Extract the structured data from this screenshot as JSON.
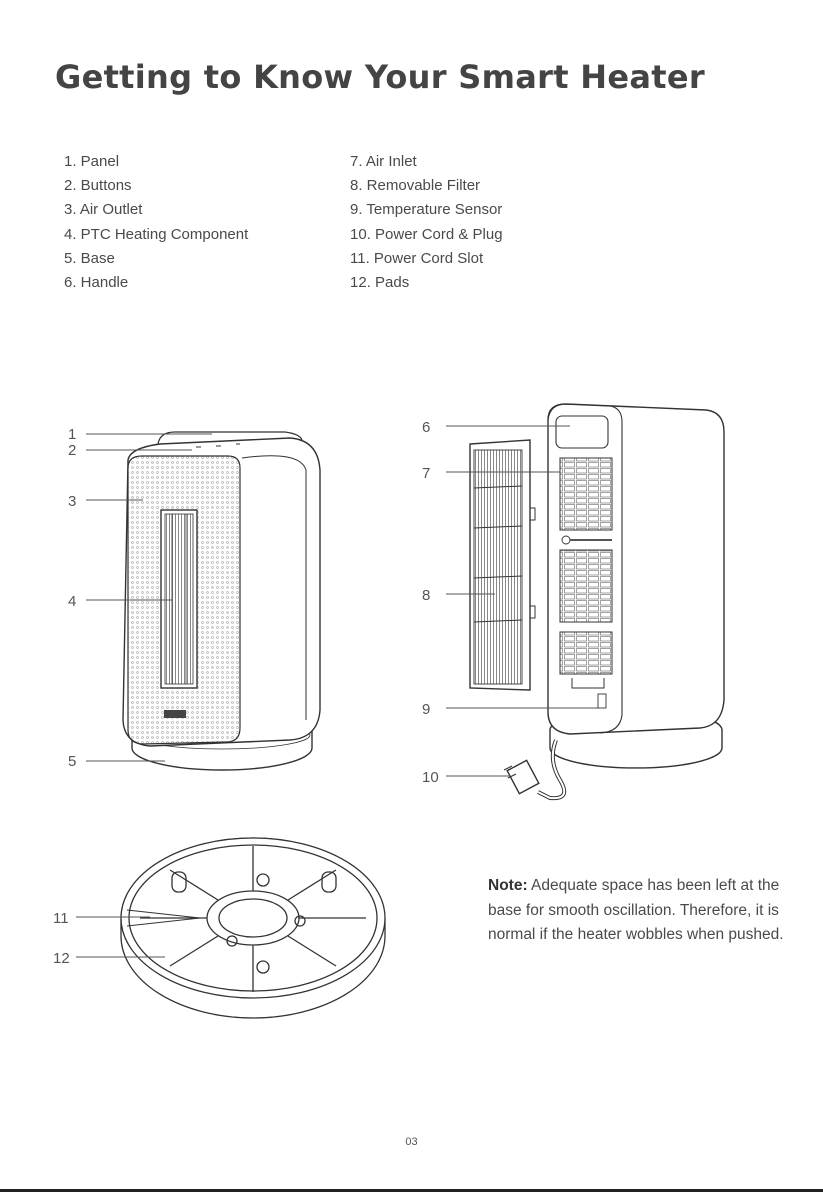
{
  "page": {
    "title": "Getting to Know Your Smart Heater",
    "page_number": "03"
  },
  "parts_left": [
    "1. Panel",
    "2. Buttons",
    "3. Air Outlet",
    "4. PTC Heating Component",
    "5. Base",
    "6. Handle"
  ],
  "parts_right": [
    "7. Air Inlet",
    "8. Removable Filter",
    "9. Temperature Sensor",
    "10. Power Cord & Plug",
    "11. Power Cord Slot",
    "12. Pads"
  ],
  "callouts": {
    "c1": "1",
    "c2": "2",
    "c3": "3",
    "c4": "4",
    "c5": "5",
    "c6": "6",
    "c7": "7",
    "c8": "8",
    "c9": "9",
    "c10": "10",
    "c11": "11",
    "c12": "12"
  },
  "note": {
    "label": "Note:",
    "text": " Adequate space has been left at the base for smooth oscillation. Therefore, it is normal if the heater wobbles when pushed."
  }
}
